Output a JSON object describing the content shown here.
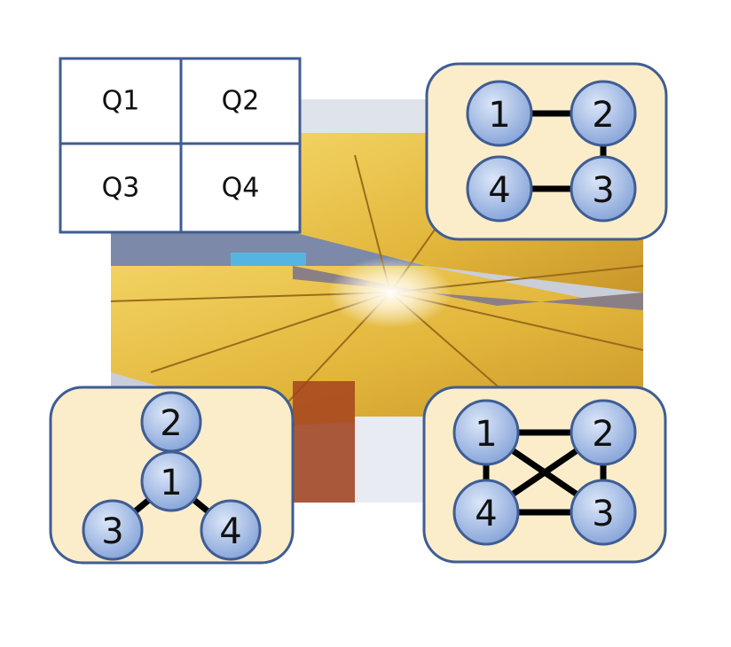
{
  "colors": {
    "panel_fill": "#fbedca",
    "panel_border": "#3f5d93",
    "node_fill": "#9fb8e2",
    "node_border": "#3f5d93",
    "edge": "#000000",
    "grid_border": "#3f5d93",
    "gold": "#e3b43a"
  },
  "quadrant_grid": {
    "cells": [
      "Q1",
      "Q2",
      "Q3",
      "Q4"
    ]
  },
  "graphs": {
    "top_right": {
      "nodes": [
        "1",
        "2",
        "3",
        "4"
      ],
      "edges": [
        [
          "1",
          "2"
        ],
        [
          "2",
          "3"
        ],
        [
          "3",
          "4"
        ]
      ]
    },
    "bottom_left": {
      "nodes": [
        "1",
        "2",
        "3",
        "4"
      ],
      "edges": [
        [
          "1",
          "2"
        ],
        [
          "1",
          "3"
        ],
        [
          "1",
          "4"
        ]
      ]
    },
    "bottom_right": {
      "nodes": [
        "1",
        "2",
        "3",
        "4"
      ],
      "edges": [
        [
          "1",
          "2"
        ],
        [
          "2",
          "3"
        ],
        [
          "3",
          "4"
        ],
        [
          "4",
          "1"
        ],
        [
          "1",
          "3"
        ],
        [
          "2",
          "4"
        ]
      ]
    }
  }
}
